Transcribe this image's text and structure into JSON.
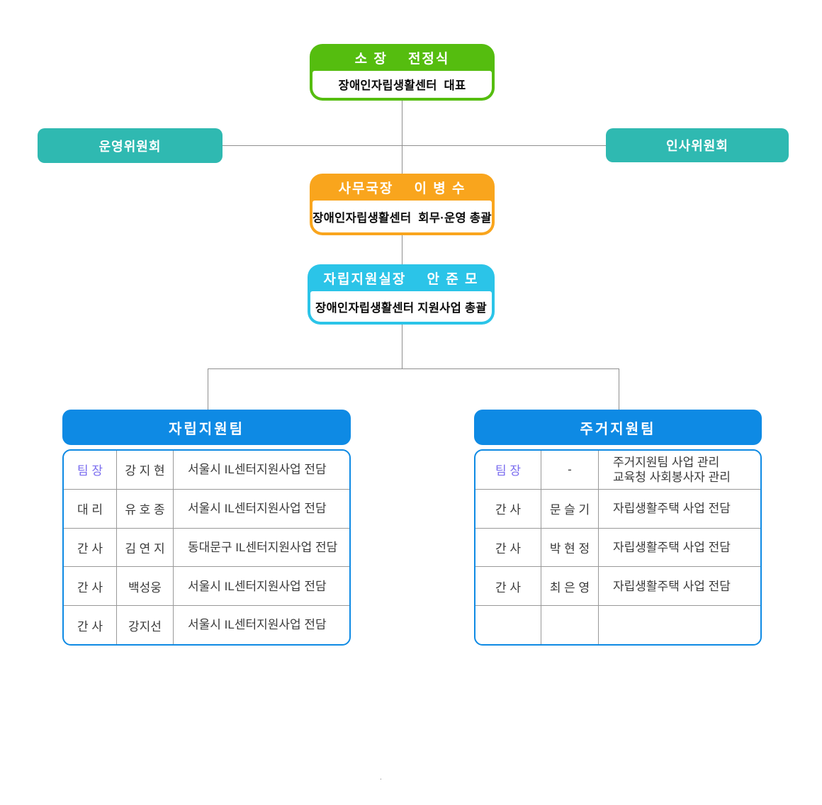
{
  "palette": {
    "green": "#55BD0F",
    "teal": "#2FB9B1",
    "orange": "#F9A51D",
    "cyan": "#2BC4E8",
    "blue": "#0E8AE4",
    "purple": "#7A6CEF",
    "line_gray": "#8f8f8f"
  },
  "director": {
    "title": "소 장    전정식",
    "subtitle": "장애인자립생활센터  대표"
  },
  "committees": {
    "left": "운영위원회",
    "right": "인사위원회"
  },
  "secretary_general": {
    "title": "사무국장    이 병 수",
    "subtitle": "장애인자립생활센터  회무·운영 총괄"
  },
  "support_office_head": {
    "title": "자립지원실장    안 준 모",
    "subtitle": "장애인자립생활센터 지원사업 총괄"
  },
  "teams": [
    {
      "name": "자립지원팀",
      "rows": [
        {
          "position": "팀  장",
          "name": "강 지 현",
          "duty": "서울시 IL센터지원사업 전담"
        },
        {
          "position": "대  리",
          "name": "유 호 종",
          "duty": "서울시 IL센터지원사업 전담"
        },
        {
          "position": "간  사",
          "name": "김 연 지",
          "duty": "동대문구 IL센터지원사업 전담"
        },
        {
          "position": "간  사",
          "name": "백성웅",
          "duty": "서울시 IL센터지원사업 전담"
        },
        {
          "position": "간  사",
          "name": "강지선",
          "duty": "서울시 IL센터지원사업 전담"
        }
      ]
    },
    {
      "name": "주거지원팀",
      "rows": [
        {
          "position": "팀  장",
          "name": "-",
          "duty": "주거지원팀 사업 관리\n교육청 사회봉사자 관리"
        },
        {
          "position": "간  사",
          "name": "문 슬 기",
          "duty": "자립생활주택 사업 전담"
        },
        {
          "position": "간  사",
          "name": "박 현 정",
          "duty": "자립생활주택 사업 전담"
        },
        {
          "position": "간  사",
          "name": "최 은 영",
          "duty": "자립생활주택 사업 전담"
        },
        {
          "position": "",
          "name": "",
          "duty": ""
        }
      ]
    }
  ],
  "footer_dot": "."
}
